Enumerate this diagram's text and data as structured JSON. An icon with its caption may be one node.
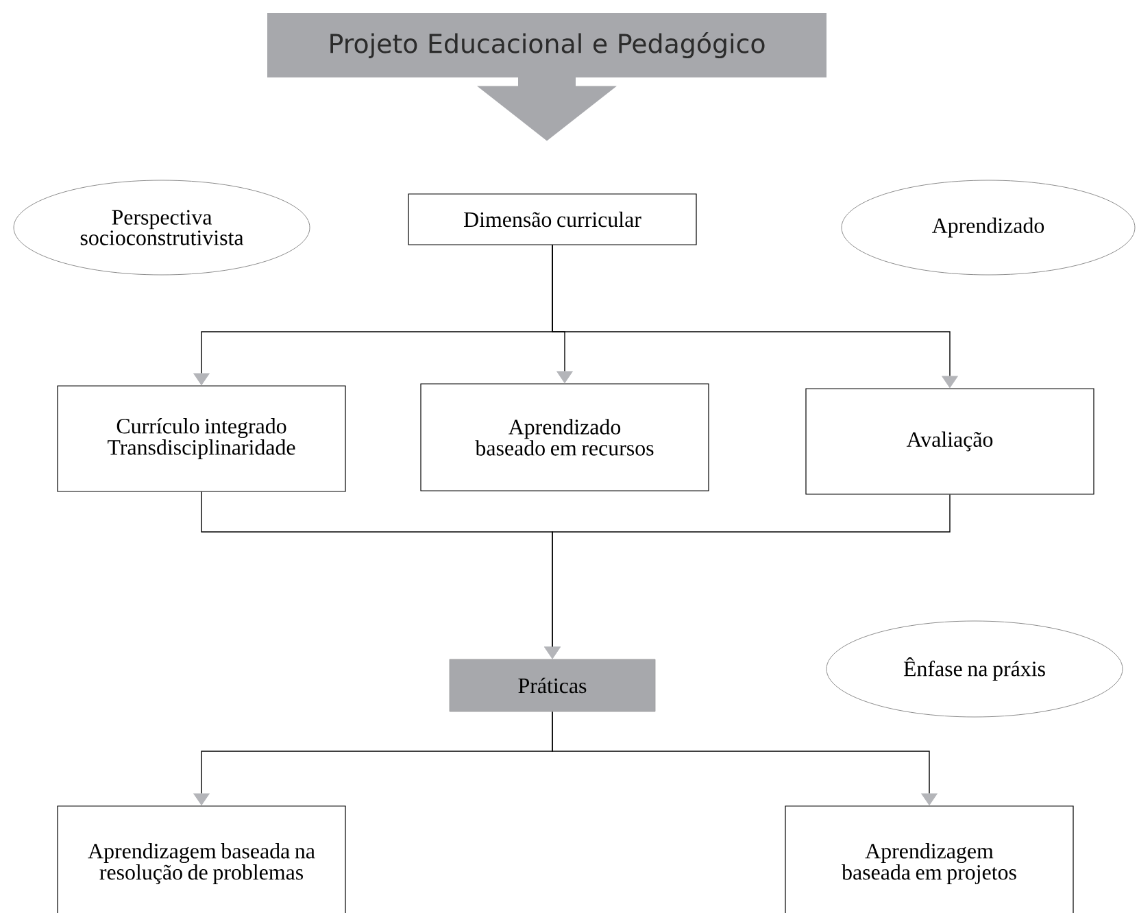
{
  "diagram": {
    "nodes": [
      {
        "text": [
          "Projeto Educacional e Pedagógico"
        ]
      },
      {
        "text": [
          "Perspectiva socioconstrutivista"
        ]
      },
      {
        "text": [
          "Dimensão curricular"
        ]
      },
      {
        "text": [
          "Aprendizado"
        ]
      },
      {
        "text": [
          "Currículo integrado Transdisciplinaridade"
        ]
      },
      {
        "text": [
          "Aprendizado baseado em recursos"
        ]
      },
      {
        "text": [
          "Avaliação"
        ]
      },
      {
        "text": [
          "Práticas"
        ]
      },
      {
        "text": [
          "Ênfase na práxis"
        ]
      },
      {
        "text": [
          "Aprendizagem baseada na resolução de problemas"
        ]
      },
      {
        "text": [
          "Aprendizagem baseada em projetos"
        ]
      }
    ],
    "edges": [
      {
        "from": 0,
        "to": null,
        "arrow": "to",
        "color": "#a7a8ac"
      },
      {
        "from": 2,
        "to": 4,
        "arrow": "to"
      },
      {
        "from": 2,
        "to": 5,
        "arrow": "to"
      },
      {
        "from": 2,
        "to": 6,
        "arrow": "to"
      },
      {
        "from": 4,
        "to": 7,
        "arrow": "to"
      },
      {
        "from": 6,
        "to": 7,
        "arrow": "to"
      },
      {
        "from": 7,
        "to": 9,
        "arrow": "to"
      },
      {
        "from": 7,
        "to": 10,
        "arrow": "to"
      }
    ]
  }
}
